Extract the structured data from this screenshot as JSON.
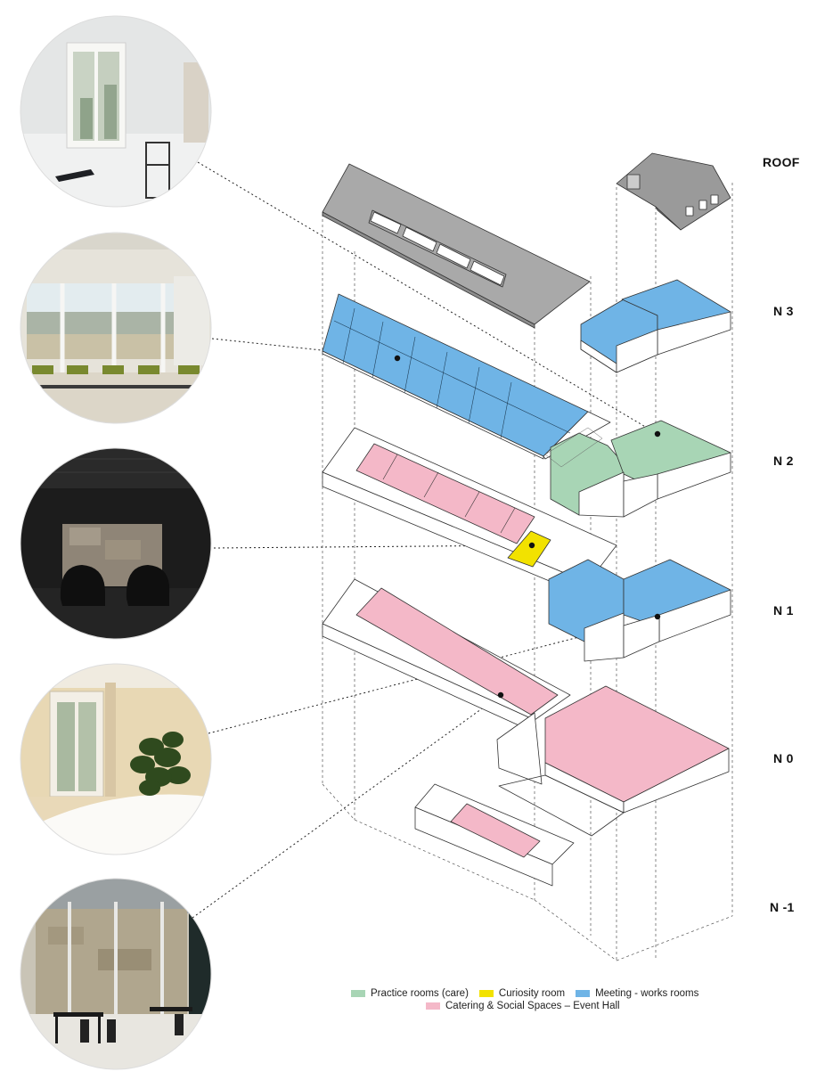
{
  "levels": {
    "roof": "ROOF",
    "n3": "N 3",
    "n2": "N 2",
    "n1": "N 1",
    "n0": "N 0",
    "nminus1": "N -1"
  },
  "legend": {
    "practice": {
      "label": "Practice rooms (care)",
      "color": "#a8d5b5"
    },
    "curiosity": {
      "label": "Curiosity room",
      "color": "#f2e200"
    },
    "meeting": {
      "label": "Meeting - works rooms",
      "color": "#6fb4e6"
    },
    "catering": {
      "label": "Catering & Social Spaces – Event Hall",
      "color": "#f4b8c8"
    }
  },
  "photos": [
    {
      "name": "white-room-window-photo"
    },
    {
      "name": "meeting-room-panorama-photo"
    },
    {
      "name": "curiosity-room-armchairs-photo"
    },
    {
      "name": "office-with-plant-photo"
    },
    {
      "name": "event-hall-glass-photo"
    }
  ],
  "colors": {
    "roof_grey": "#a9a9a9",
    "line": "#333333",
    "leader": "#222222"
  }
}
